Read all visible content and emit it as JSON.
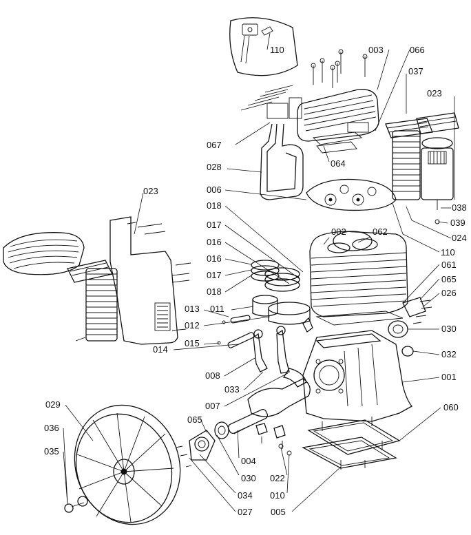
{
  "labels": {
    "p003": "003",
    "p066": "066",
    "p037": "037",
    "p023a": "023",
    "p110a": "110",
    "p067": "067",
    "p064": "064",
    "p028": "028",
    "p006": "006",
    "p038": "038",
    "p039": "039",
    "p024": "024",
    "p110b": "110",
    "p023b": "023",
    "p018a": "018",
    "p017a": "017",
    "p016a": "016",
    "p016b": "016",
    "p017b": "017",
    "p018b": "018",
    "p002": "002",
    "p062": "062",
    "p061": "061",
    "p065a": "065",
    "p026": "026",
    "p013": "013",
    "p011": "011",
    "p012": "012",
    "p015": "015",
    "p014": "014",
    "p030a": "030",
    "p032": "032",
    "p008": "008",
    "p033": "033",
    "p007": "007",
    "p001": "001",
    "p029": "029",
    "p060": "060",
    "p036": "036",
    "p065b": "065",
    "p035": "035",
    "p004": "004",
    "p030b": "030",
    "p022": "022",
    "p034": "034",
    "p010": "010",
    "p027": "027",
    "p005": "005"
  }
}
